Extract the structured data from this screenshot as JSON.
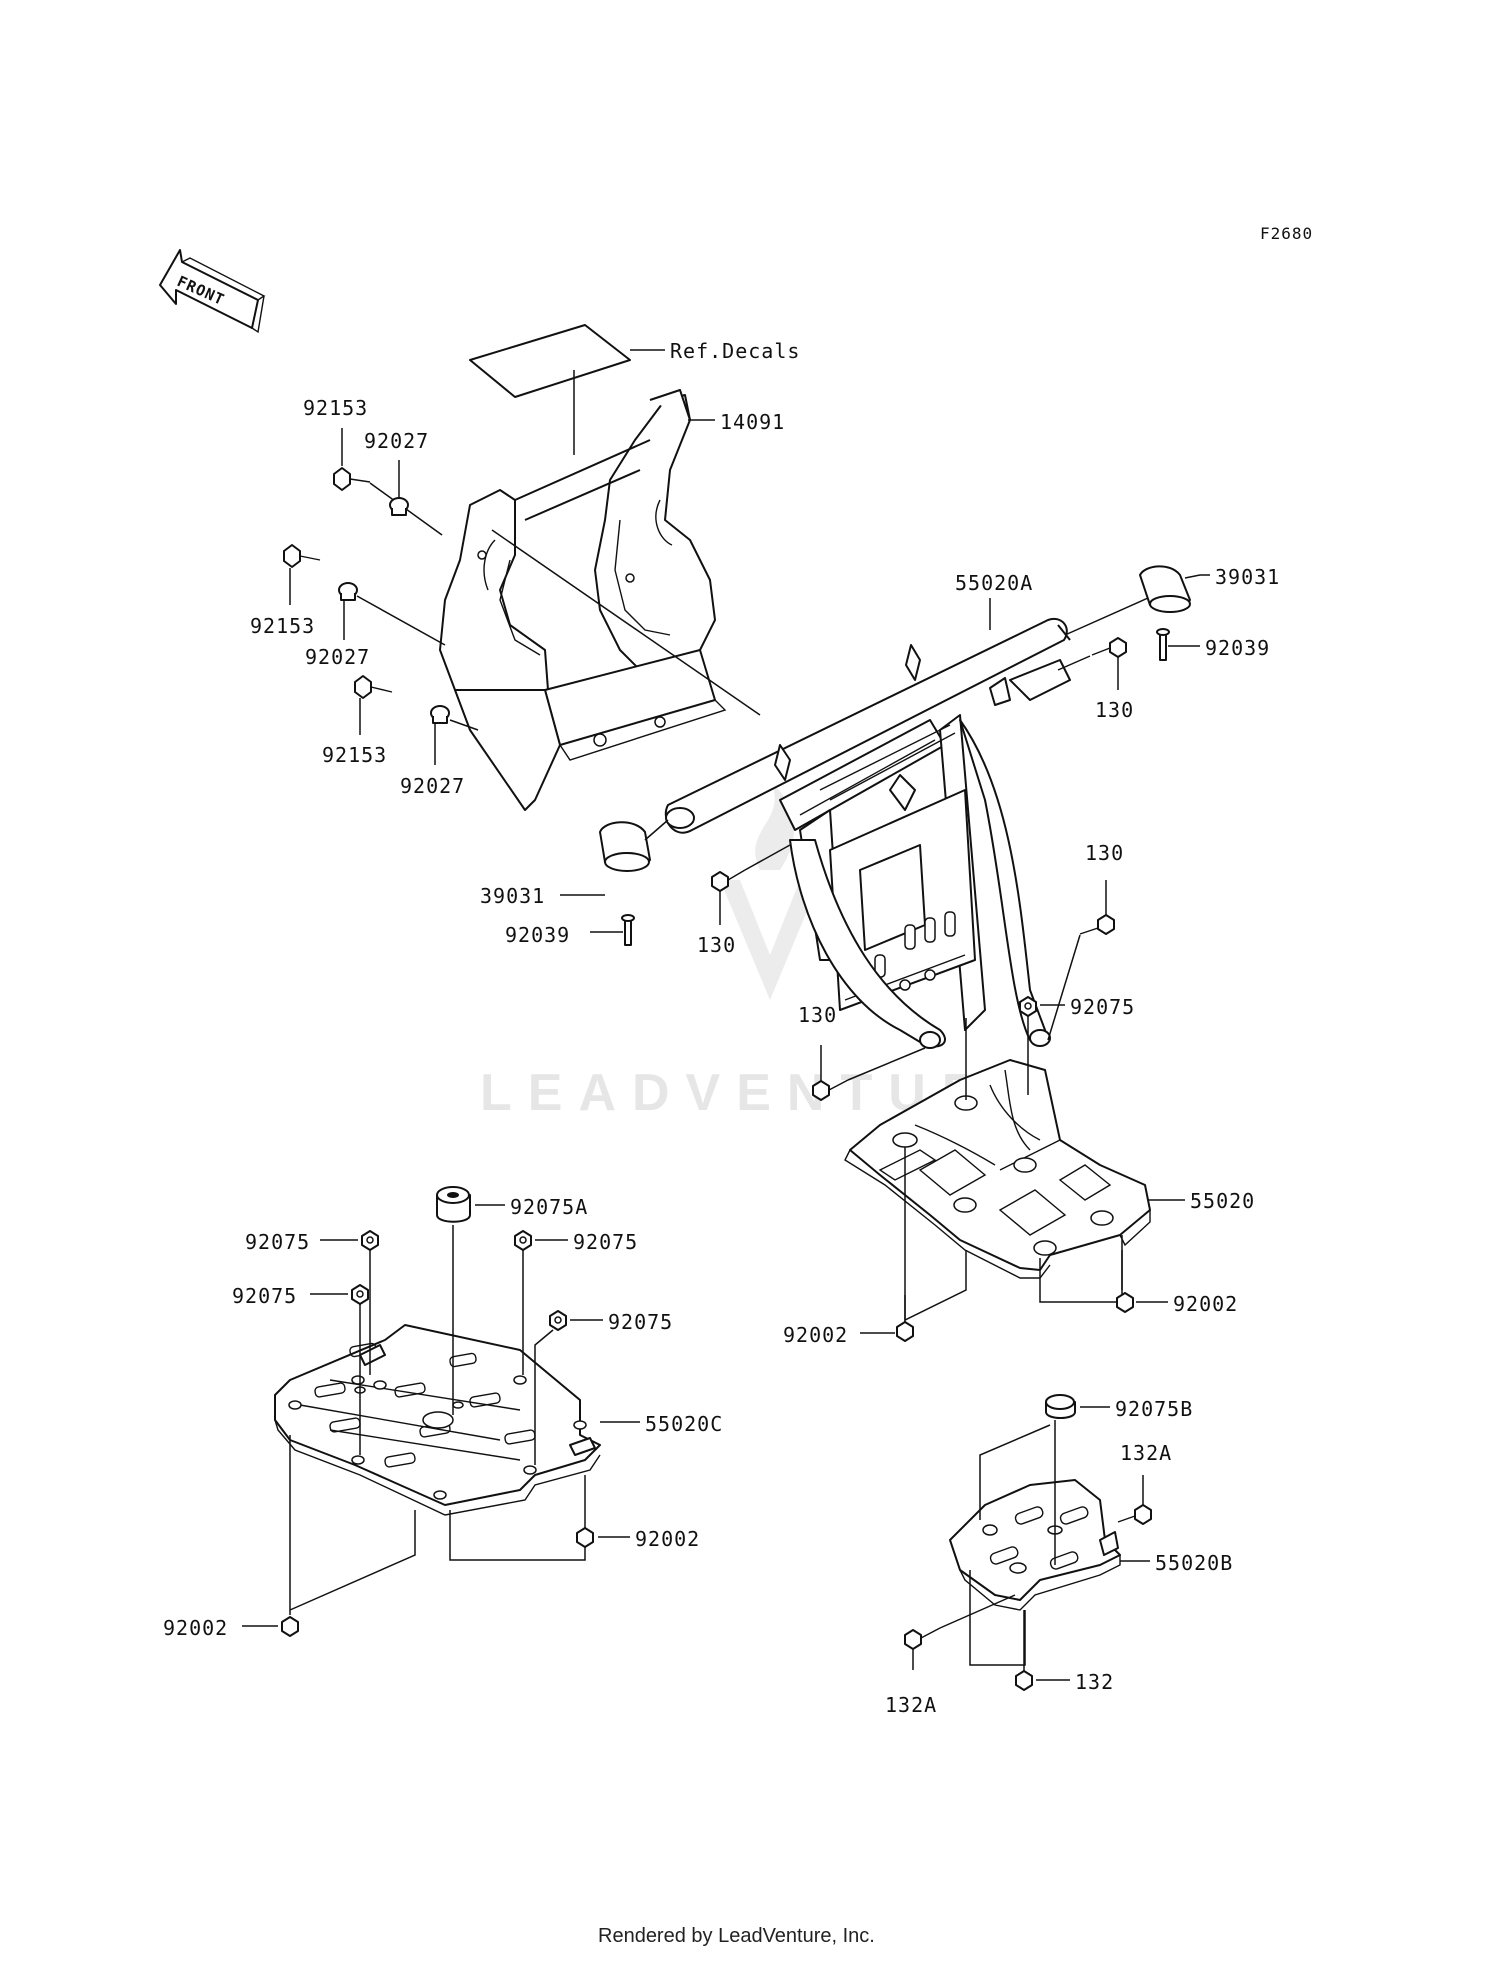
{
  "figure_code": "F2680",
  "front_label": "FRONT",
  "watermark": "LEADVENTURE",
  "footer": "Rendered by LeadVenture, Inc.",
  "labels": {
    "ref_decals": "Ref.Decals",
    "p14091": "14091",
    "p92153_a": "92153",
    "p92027_a": "92027",
    "p92153_b": "92153",
    "p92027_b": "92027",
    "p92153_c": "92153",
    "p92027_c": "92027",
    "p55020A": "55020A",
    "p39031_r": "39031",
    "p92039_r": "92039",
    "p130_a": "130",
    "p130_b": "130",
    "p39031_l": "39031",
    "p92039_l": "92039",
    "p130_c": "130",
    "p130_d": "130",
    "p92075_r": "92075",
    "p55020": "55020",
    "p92002_r1": "92002",
    "p92002_r2": "92002",
    "p92075A": "92075A",
    "p92075_l1": "92075",
    "p92075_l2": "92075",
    "p92075_l3": "92075",
    "p92075_l4": "92075",
    "p55020C": "55020C",
    "p92002_l1": "92002",
    "p92002_l2": "92002",
    "p92075B": "92075B",
    "p132A_a": "132A",
    "p55020B": "55020B",
    "p132A_b": "132A",
    "p132": "132"
  }
}
